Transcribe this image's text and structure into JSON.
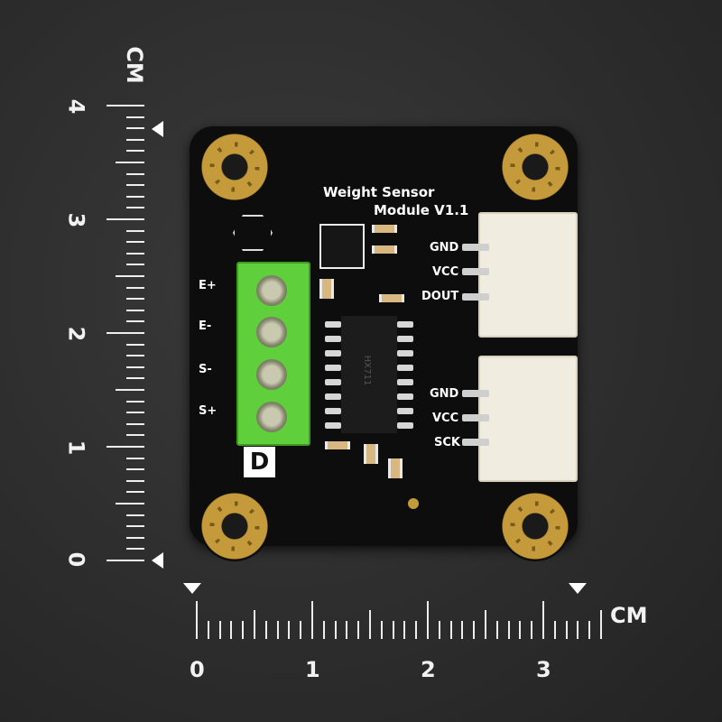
{
  "vertical_ruler": {
    "unit": "CM",
    "labels": [
      "4",
      "3",
      "2",
      "1",
      "0"
    ]
  },
  "horizontal_ruler": {
    "unit": "CM",
    "labels": [
      "0",
      "1",
      "2",
      "3"
    ]
  },
  "board": {
    "title_line1": "Weight Sensor",
    "title_line2": "Module V1.1",
    "terminal_labels": [
      "E+",
      "E-",
      "S-",
      "S+"
    ],
    "terminal_marker": "D",
    "connector1_labels": [
      "GND",
      "VCC",
      "DOUT"
    ],
    "connector2_labels": [
      "GND",
      "VCC",
      "SCK"
    ],
    "chip_marking": "HX711",
    "colors": {
      "pcb": "#0d0d0d",
      "terminal": "#5fcf3c",
      "gold": "#c49a3a",
      "connector": "#f1ece0"
    }
  }
}
